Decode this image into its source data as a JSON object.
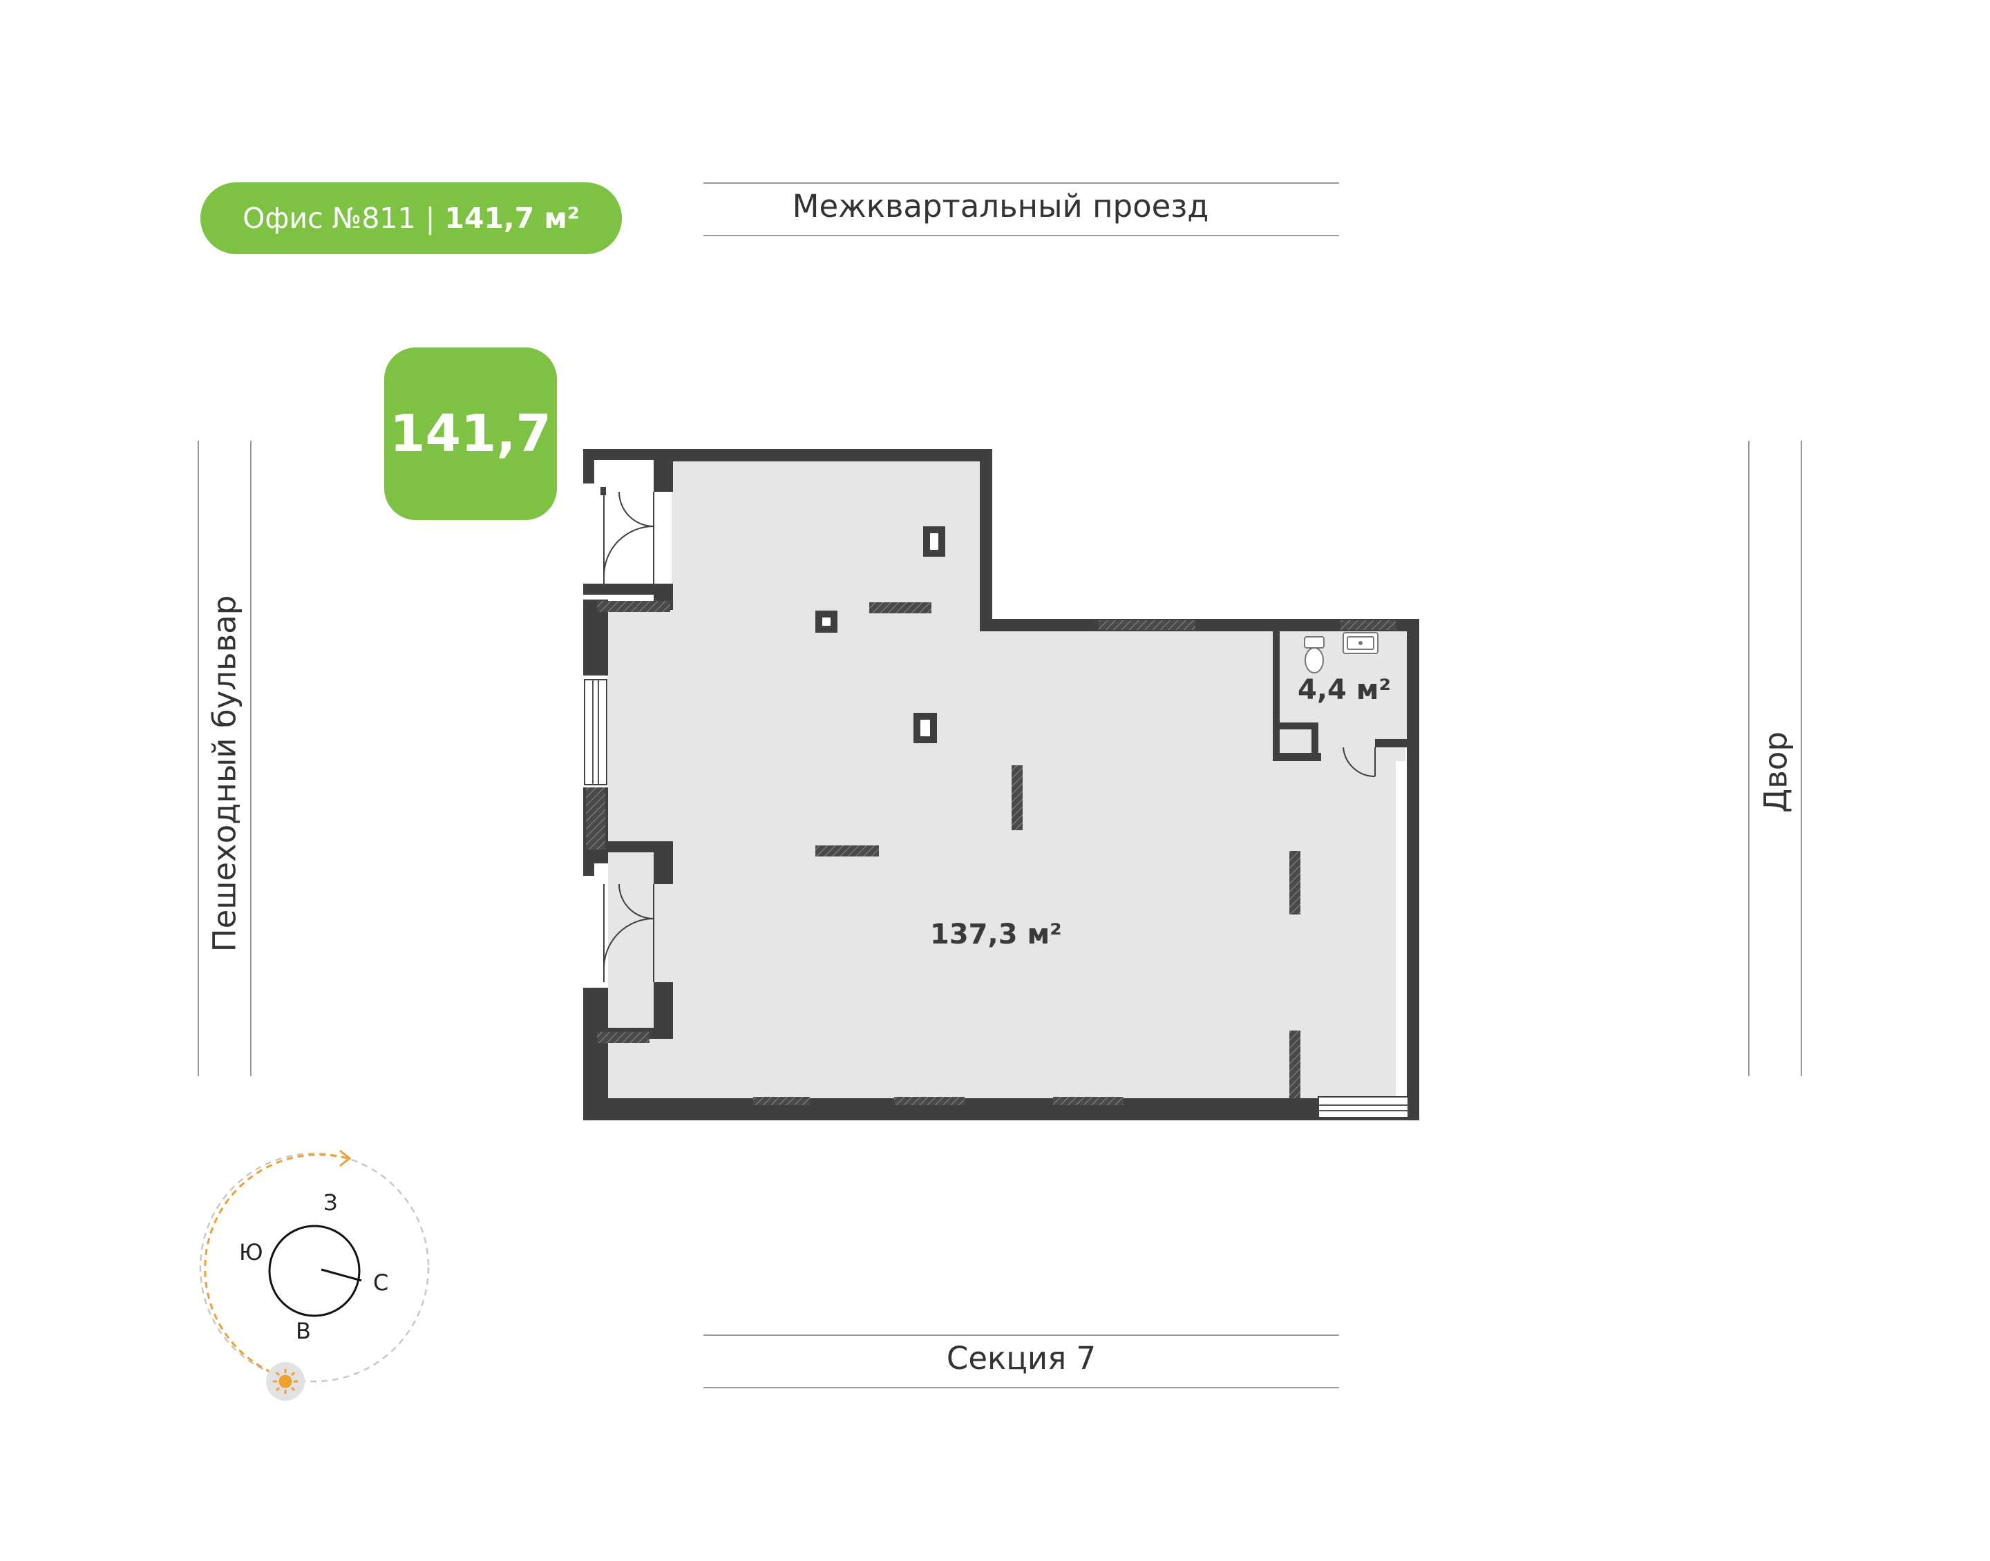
{
  "header": {
    "office_label": "Офис №811",
    "separator": "|",
    "office_area": "141,7 м²"
  },
  "badge": {
    "area_value": "141,7"
  },
  "streets": {
    "top": "Межквартальный проезд",
    "bottom": "Секция 7",
    "left": "Пешеходный бульвар",
    "right": "Двор"
  },
  "rooms": {
    "main_area": "137,3 м²",
    "wc_area": "4,4 м²"
  },
  "compass": {
    "north": "С",
    "south": "Ю",
    "west": "З",
    "east": "В"
  },
  "colors": {
    "accent": "#7dc243",
    "wall": "#3f3f3f",
    "floor": "#e6e6e7",
    "sun_path": "#f0a030"
  }
}
